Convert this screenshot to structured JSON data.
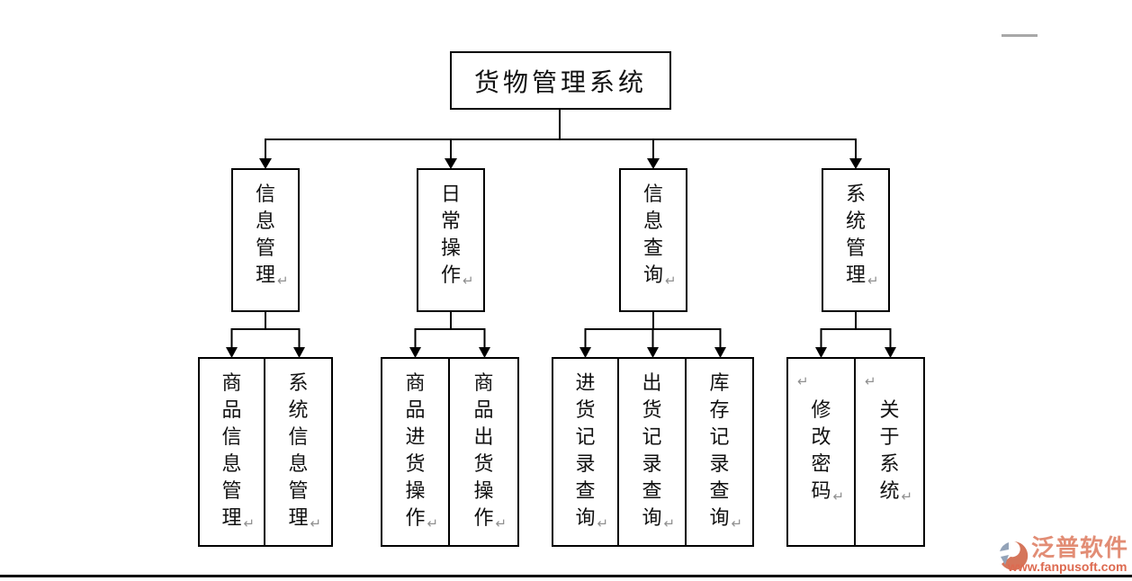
{
  "diagram": {
    "root": {
      "label": "货物管理系统"
    },
    "branches": [
      {
        "label": "信息管理",
        "lines": [
          "信",
          "息",
          "管",
          "理↵"
        ],
        "children": [
          {
            "label": "商品信息管理",
            "lines": [
              "商",
              "品",
              "信",
              "息",
              "管",
              "理↵"
            ]
          },
          {
            "label": "系统信息管理",
            "lines": [
              "系",
              "统",
              "信",
              "息",
              "管",
              "理↵"
            ]
          }
        ]
      },
      {
        "label": "日常操作",
        "lines": [
          "日",
          "常",
          "操",
          "作↵"
        ],
        "children": [
          {
            "label": "商品进货操作",
            "lines": [
              "商",
              "品",
              "进",
              "货",
              "操",
              "作↵"
            ]
          },
          {
            "label": "商品出货操作",
            "lines": [
              "商",
              "品",
              "出",
              "货",
              "操",
              "作↵"
            ]
          }
        ]
      },
      {
        "label": "信息查询",
        "lines": [
          "信",
          "息",
          "查",
          "询↵"
        ],
        "children": [
          {
            "label": "进货记录查询",
            "lines": [
              "进",
              "货",
              "记",
              "录",
              "查",
              "询↵"
            ]
          },
          {
            "label": "出货记录查询",
            "lines": [
              "出",
              "货",
              "记",
              "录",
              "查",
              "询↵"
            ]
          },
          {
            "label": "库存记录查询",
            "lines": [
              "库",
              "存",
              "记",
              "录",
              "查",
              "询↵"
            ]
          }
        ]
      },
      {
        "label": "系统管理",
        "lines": [
          "系",
          "统",
          "管",
          "理↵"
        ],
        "children": [
          {
            "label": "修改密码",
            "lines": [
              "↵",
              "修",
              "改",
              "密",
              "码↵"
            ]
          },
          {
            "label": "关于系统",
            "lines": [
              "↵",
              "关",
              "于",
              "系",
              "统↵"
            ]
          }
        ]
      }
    ]
  },
  "watermark": {
    "brand": "泛普软件",
    "url": "www.fanpusoft.com"
  },
  "colors": {
    "line": "#000000",
    "box_border": "#000000",
    "return_mark": "#8f8f8f",
    "top_dash": "#a8a8a8",
    "watermark_brand": "#e28d75",
    "watermark_url": "#dd6a50",
    "logo_primary": "#d5755a",
    "logo_secondary": "#93a3b8"
  }
}
